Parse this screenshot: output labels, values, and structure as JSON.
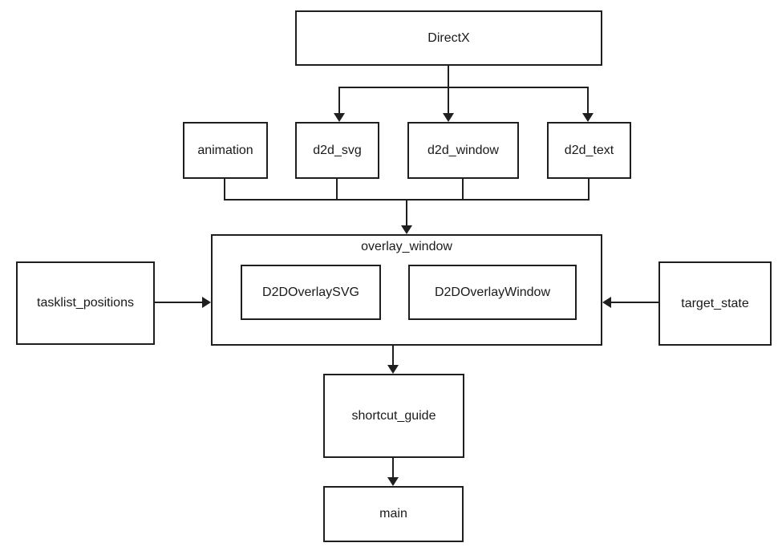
{
  "diagram": {
    "title": "module dependency diagram",
    "colors": {
      "background": "#ffffff",
      "node_fill": "#ffffff",
      "line": "#1f1f1f",
      "text": "#1a1a1a"
    },
    "nodes": {
      "directx": {
        "label": "DirectX"
      },
      "animation": {
        "label": "animation"
      },
      "d2d_svg": {
        "label": "d2d_svg"
      },
      "d2d_window": {
        "label": "d2d_window"
      },
      "d2d_text": {
        "label": "d2d_text"
      },
      "overlay_window": {
        "label": "overlay_window"
      },
      "d2d_overlay_svg": {
        "label": "D2DOverlaySVG"
      },
      "d2d_overlay_window": {
        "label": "D2DOverlayWindow"
      },
      "tasklist_positions": {
        "label": "tasklist_positions"
      },
      "target_state": {
        "label": "target_state"
      },
      "shortcut_guide": {
        "label": "shortcut_guide"
      },
      "main": {
        "label": "main"
      }
    },
    "edges": [
      {
        "from": "DirectX",
        "to": "d2d_svg"
      },
      {
        "from": "DirectX",
        "to": "d2d_window"
      },
      {
        "from": "DirectX",
        "to": "d2d_text"
      },
      {
        "from": "animation",
        "to": "overlay_window"
      },
      {
        "from": "d2d_svg",
        "to": "overlay_window"
      },
      {
        "from": "d2d_window",
        "to": "overlay_window"
      },
      {
        "from": "d2d_text",
        "to": "overlay_window"
      },
      {
        "from": "tasklist_positions",
        "to": "overlay_window"
      },
      {
        "from": "target_state",
        "to": "overlay_window"
      },
      {
        "from": "overlay_window",
        "to": "shortcut_guide"
      },
      {
        "from": "shortcut_guide",
        "to": "main"
      }
    ]
  }
}
